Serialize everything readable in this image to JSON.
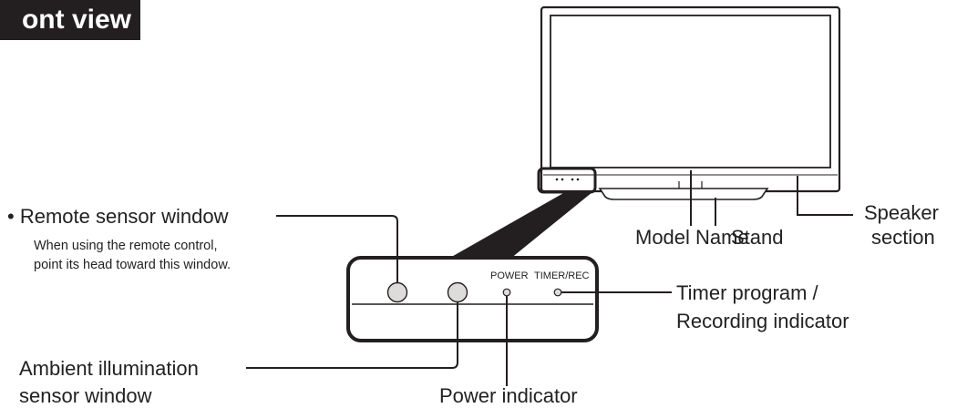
{
  "title": "ont view",
  "labels": {
    "remote_sensor": "• Remote sensor window",
    "remote_note_1": "When using the remote control,",
    "remote_note_2": "point its head toward this window.",
    "ambient_1": "Ambient illumination",
    "ambient_2": "sensor window",
    "power_indicator": "Power indicator",
    "timer_1": "Timer program /",
    "timer_2": "Recording indicator",
    "model_name": "Model Name",
    "stand": "Stand",
    "speaker_1": "Speaker",
    "speaker_2": "section"
  },
  "panel": {
    "power": "POWER",
    "timer_rec": "TIMER/REC"
  }
}
